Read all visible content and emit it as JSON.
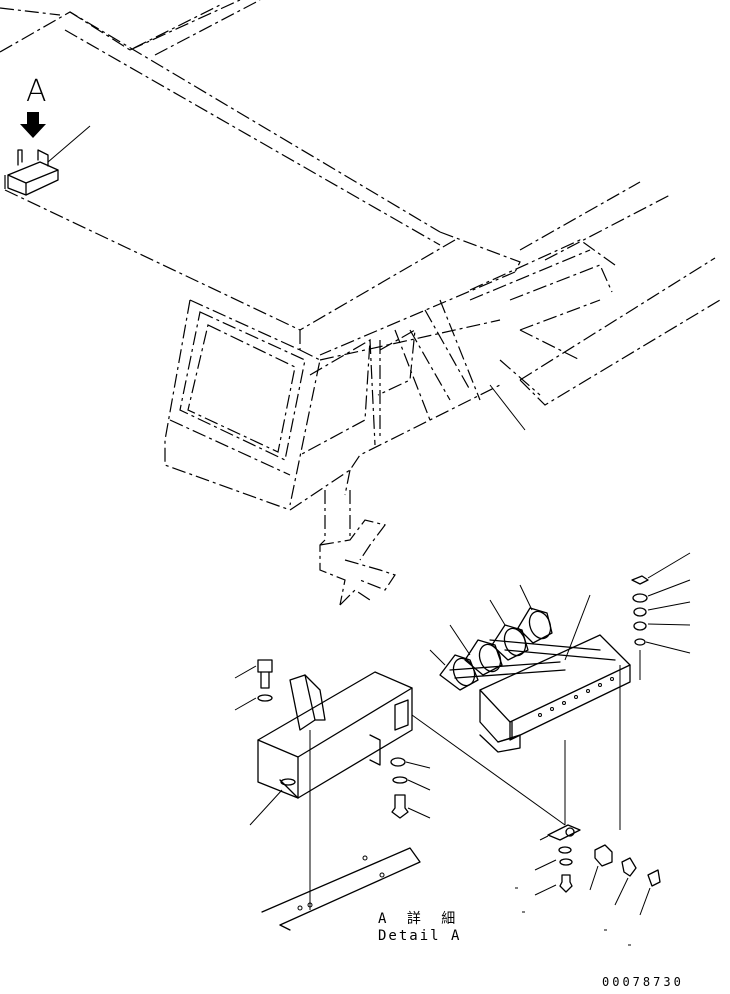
{
  "view_label": "A",
  "detail_caption_jp": "A 詳 細",
  "detail_caption_en": "Detail A",
  "drawing_number": "00078730"
}
